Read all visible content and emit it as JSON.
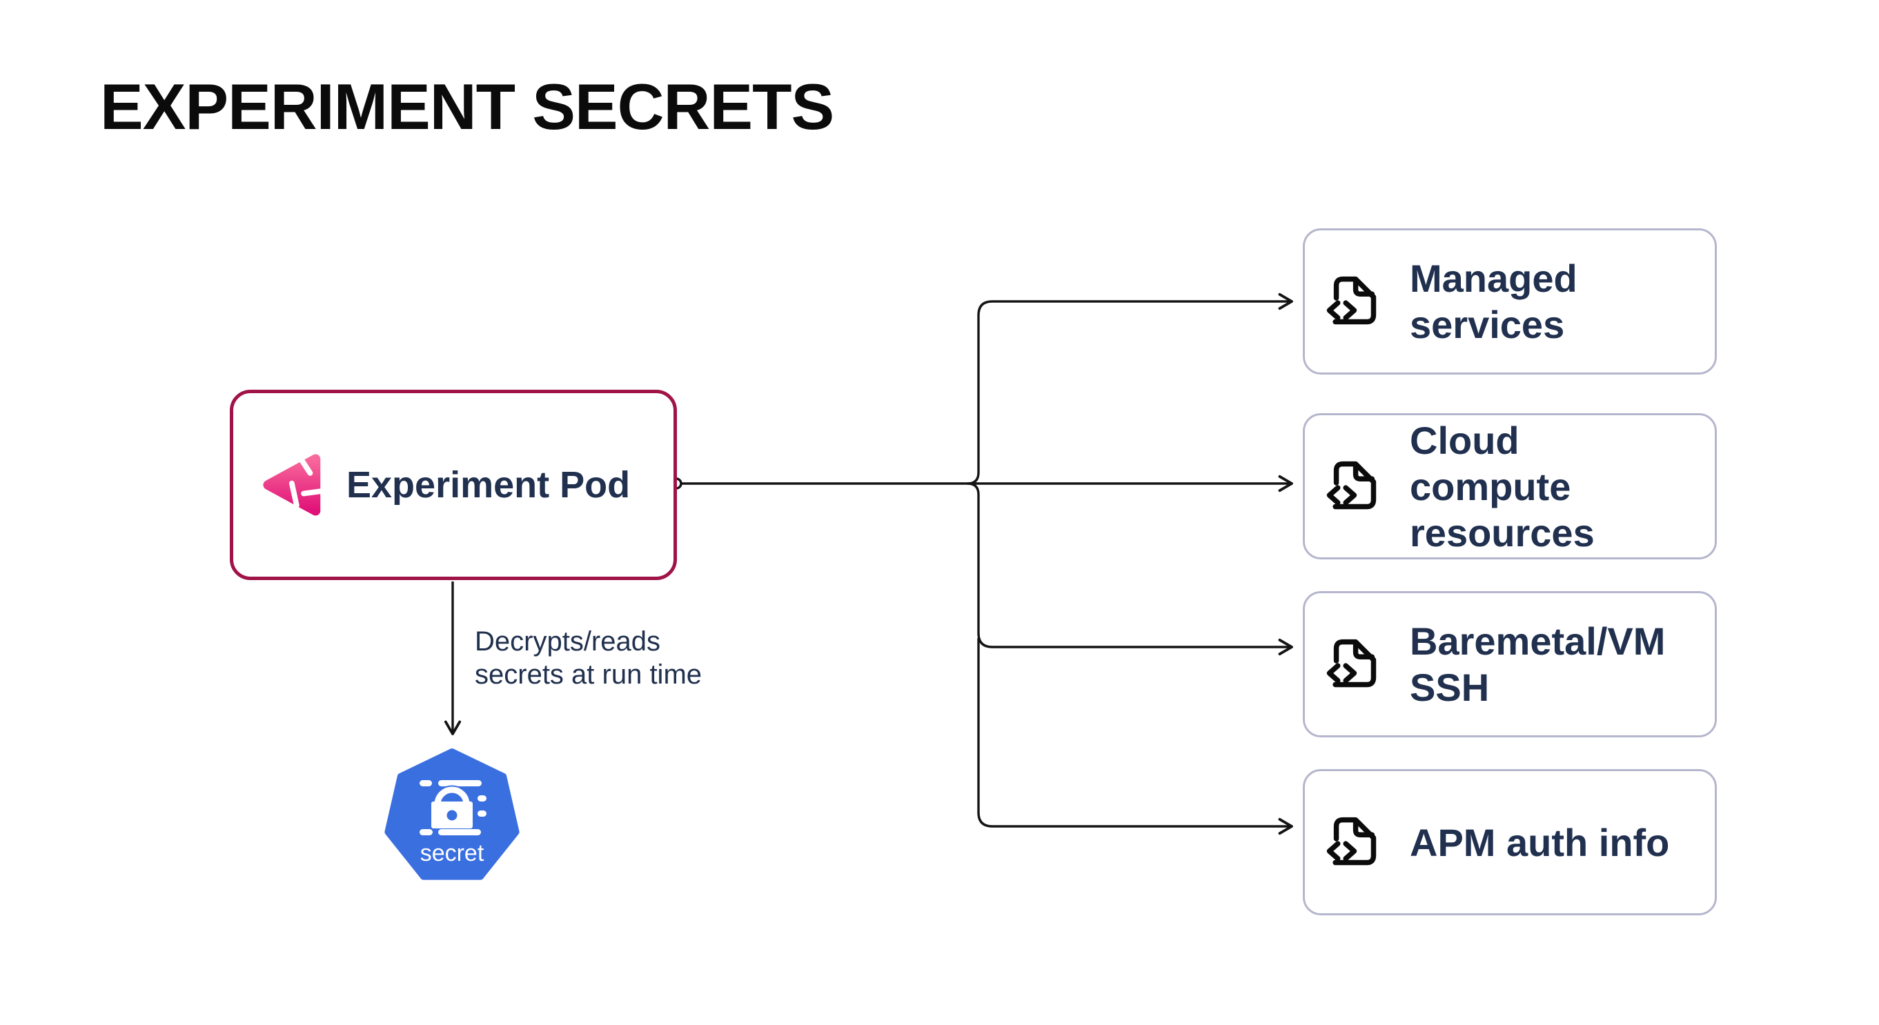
{
  "title": "EXPERIMENT SECRETS",
  "pod": {
    "label": "Experiment Pod"
  },
  "flow": {
    "annotation": "Decrypts/reads\nsecrets at run time"
  },
  "secret": {
    "label": "secret"
  },
  "targets": [
    {
      "label": "Managed services"
    },
    {
      "label": "Cloud compute resources"
    },
    {
      "label": "Baremetal/VM SSH"
    },
    {
      "label": "APM auth info"
    }
  ],
  "colors": {
    "pod_border": "#A01347",
    "text_navy": "#20304E",
    "target_border": "#B5B6CD",
    "kubernetes_blue": "#3A6FE0",
    "litmus_pink_top": "#F8699B",
    "litmus_pink_bottom": "#E01178",
    "connector_line": "#141414",
    "title_color": "#0B0B0B"
  }
}
